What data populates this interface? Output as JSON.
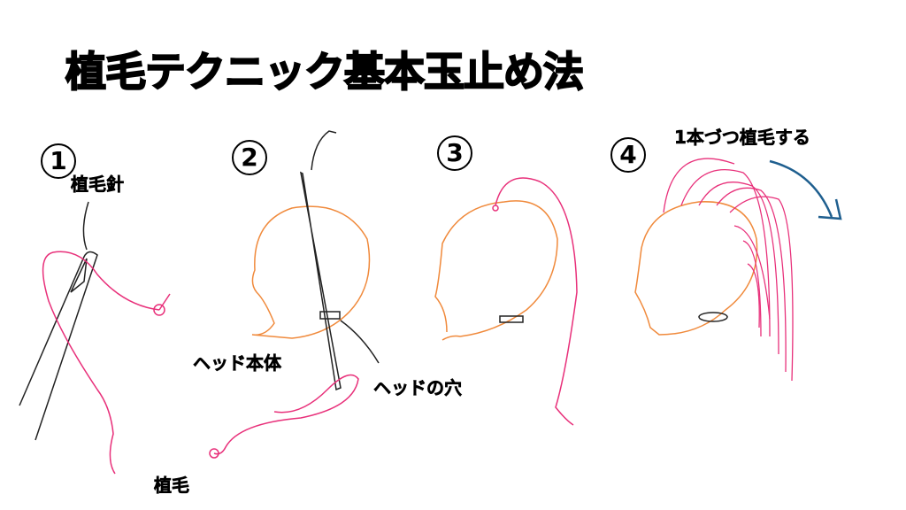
{
  "title": "植毛テクニック基本玉止め法",
  "colors": {
    "hair": "#e8307a",
    "head": "#f08a3c",
    "needle": "#222222",
    "arrow": "#1f5f8f"
  },
  "steps": [
    {
      "number": "1",
      "labels": {
        "needle": "植毛針",
        "hair": "植毛"
      }
    },
    {
      "number": "2",
      "labels": {
        "head_body": "ヘッド本体",
        "head_hole": "ヘッドの穴"
      }
    },
    {
      "number": "3",
      "labels": {}
    },
    {
      "number": "4",
      "labels": {
        "instruction": "1本づつ植毛する"
      }
    }
  ]
}
